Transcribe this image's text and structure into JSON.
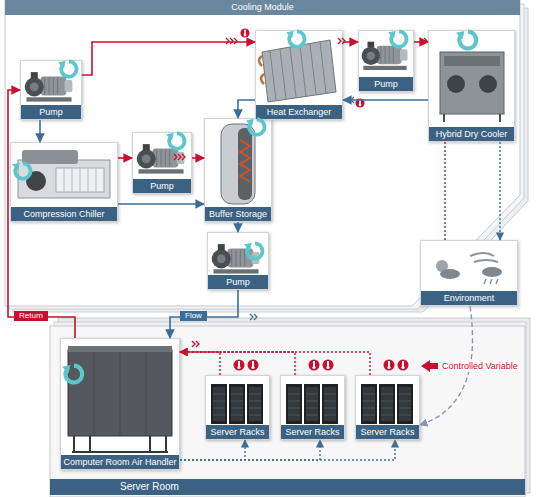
{
  "diagram": {
    "nodes": [
      {
        "text": [
          "Cooling Module"
        ]
      },
      {
        "text": [
          "Pump"
        ],
        "in": 0
      },
      {
        "text": [
          "Compression Chiller"
        ],
        "in": 0
      },
      {
        "text": [
          "Pump"
        ],
        "in": 0
      },
      {
        "text": [
          "Buffer Storage"
        ],
        "in": 0
      },
      {
        "text": [
          "Pump"
        ],
        "in": 0
      },
      {
        "text": [
          "Heat Exchanger"
        ],
        "in": 0
      },
      {
        "text": [
          "Pump"
        ],
        "in": 0
      },
      {
        "text": [
          "Hybrid Dry Cooler"
        ],
        "in": 0
      },
      {
        "text": [
          "Environment"
        ],
        "in": 0
      },
      {
        "text": [
          "Server Room"
        ]
      },
      {
        "text": [
          "Computer Room Air Handler"
        ],
        "in": 10
      },
      {
        "text": [
          "Server Racks"
        ],
        "in": 10
      },
      {
        "text": [
          "Server Racks"
        ],
        "in": 10
      },
      {
        "text": [
          "Server Racks"
        ],
        "in": 10
      }
    ],
    "edges": [
      {
        "from": 1,
        "to": 2,
        "arrow": "to"
      },
      {
        "from": 2,
        "to": 3,
        "arrow": "to"
      },
      {
        "from": 3,
        "to": 4,
        "arrow": "to"
      },
      {
        "from": 2,
        "to": 4,
        "arrow": "to"
      },
      {
        "from": 4,
        "to": 5,
        "arrow": "to"
      },
      {
        "from": 1,
        "to": 6,
        "arrow": "to"
      },
      {
        "from": 6,
        "to": 7,
        "arrow": "to"
      },
      {
        "from": 7,
        "to": 8,
        "arrow": "to"
      },
      {
        "from": 8,
        "to": 6,
        "arrow": "to"
      },
      {
        "from": 6,
        "to": 4,
        "arrow": "to"
      },
      {
        "from": 5,
        "to": 11,
        "label": "Flow",
        "arrow": "to"
      },
      {
        "from": 11,
        "to": 1,
        "label": "Return",
        "arrow": "to"
      },
      {
        "from": 9,
        "to": 8,
        "arrow": "none"
      },
      {
        "from": 8,
        "to": 9,
        "arrow": "to"
      },
      {
        "from": 9,
        "to": 14,
        "arrow": "to"
      },
      {
        "from": 11,
        "to": 12,
        "arrow": "to"
      },
      {
        "from": 11,
        "to": 13,
        "arrow": "to"
      },
      {
        "from": 11,
        "to": 14,
        "arrow": "to"
      },
      {
        "from": 12,
        "to": 11,
        "arrow": "to"
      },
      {
        "from": 13,
        "to": 11,
        "arrow": "to"
      },
      {
        "from": 14,
        "to": 11,
        "arrow": "to"
      }
    ],
    "labels": [
      "Controlled Variable"
    ]
  }
}
